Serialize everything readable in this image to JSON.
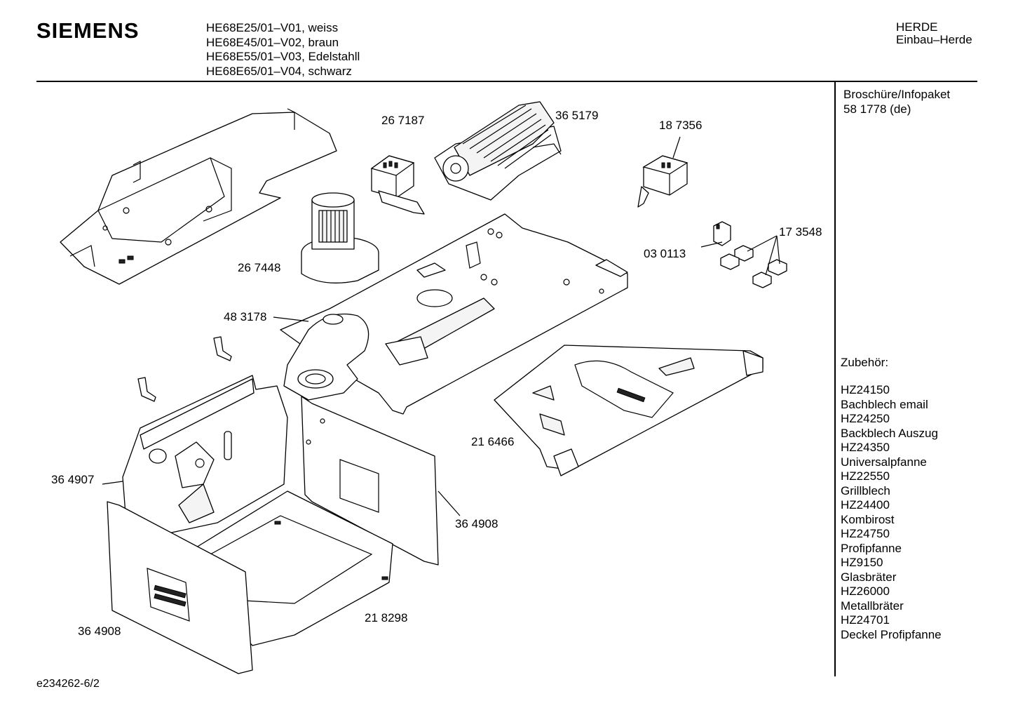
{
  "header": {
    "brand": "SIEMENS",
    "models": [
      "HE68E25/01–V01, weiss",
      "HE68E45/01–V02, braun",
      "HE68E55/01–V03, Edelstahll",
      "HE68E65/01–V04, schwarz"
    ],
    "category_line1": "HERDE",
    "category_line2": "Einbau–Herde"
  },
  "sidebar": {
    "brochure_line1": "Broschüre/Infopaket",
    "brochure_line2": "58 1778 (de)",
    "accessories_title": "Zubehör:",
    "accessories": [
      "HZ24150",
      "Bachblech email",
      "HZ24250",
      "Backblech Auszug",
      "HZ24350",
      "Universalpfanne",
      "HZ22550",
      "Grillblech",
      "HZ24400",
      "Kombirost",
      "HZ24750",
      "Profipfanne",
      "HZ9150",
      "Glasbräter",
      "HZ26000",
      "Metallbräter",
      "HZ24701",
      "Deckel Profipfanne"
    ]
  },
  "parts": {
    "p267187": "26 7187",
    "p365179": "36 5179",
    "p187356": "18 7356",
    "p173548": "17 3548",
    "p030113": "03 0113",
    "p267448": "26 7448",
    "p483178": "48 3178",
    "p216466": "21 6466",
    "p364907": "36 4907",
    "p364908a": "36 4908",
    "p364908b": "36 4908",
    "p218298": "21 8298"
  },
  "footer": {
    "doc_id": "e234262-6/2"
  }
}
